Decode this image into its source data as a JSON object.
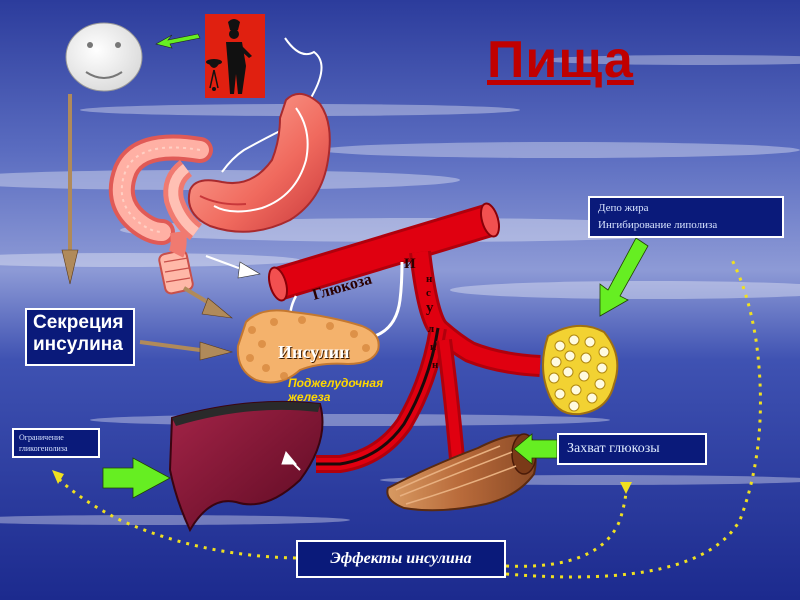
{
  "title": "Пища",
  "labels": {
    "glucose": "Глюкоза",
    "insulin": "Инсулин",
    "pancreas_line1": "Поджелудочная",
    "pancreas_line2": "железа",
    "vessel_letters": [
      "И",
      "н",
      "с",
      "у",
      "л",
      "и",
      "н"
    ]
  },
  "boxes": {
    "secretion_line1": "Секреция",
    "secretion_line2": "инсулина",
    "fat_line1": "Депо жира",
    "fat_line2": "Ингибирование липолиза",
    "glyco_line1": "Ограничение",
    "glyco_line2": "гликогенолиза",
    "uptake": "Захват глюкозы",
    "effects": "Эффекты инсулина"
  },
  "colors": {
    "title": "#c00000",
    "box_bg": "#0a1a7a",
    "arrow_green": "#66ee22",
    "arrow_brown": "#b08a5a",
    "dotted": "#f0e020",
    "vessel": "#e00010",
    "liver": "#8a1030"
  },
  "icons": [
    "smiley-face-icon",
    "cook-grill-icon"
  ]
}
